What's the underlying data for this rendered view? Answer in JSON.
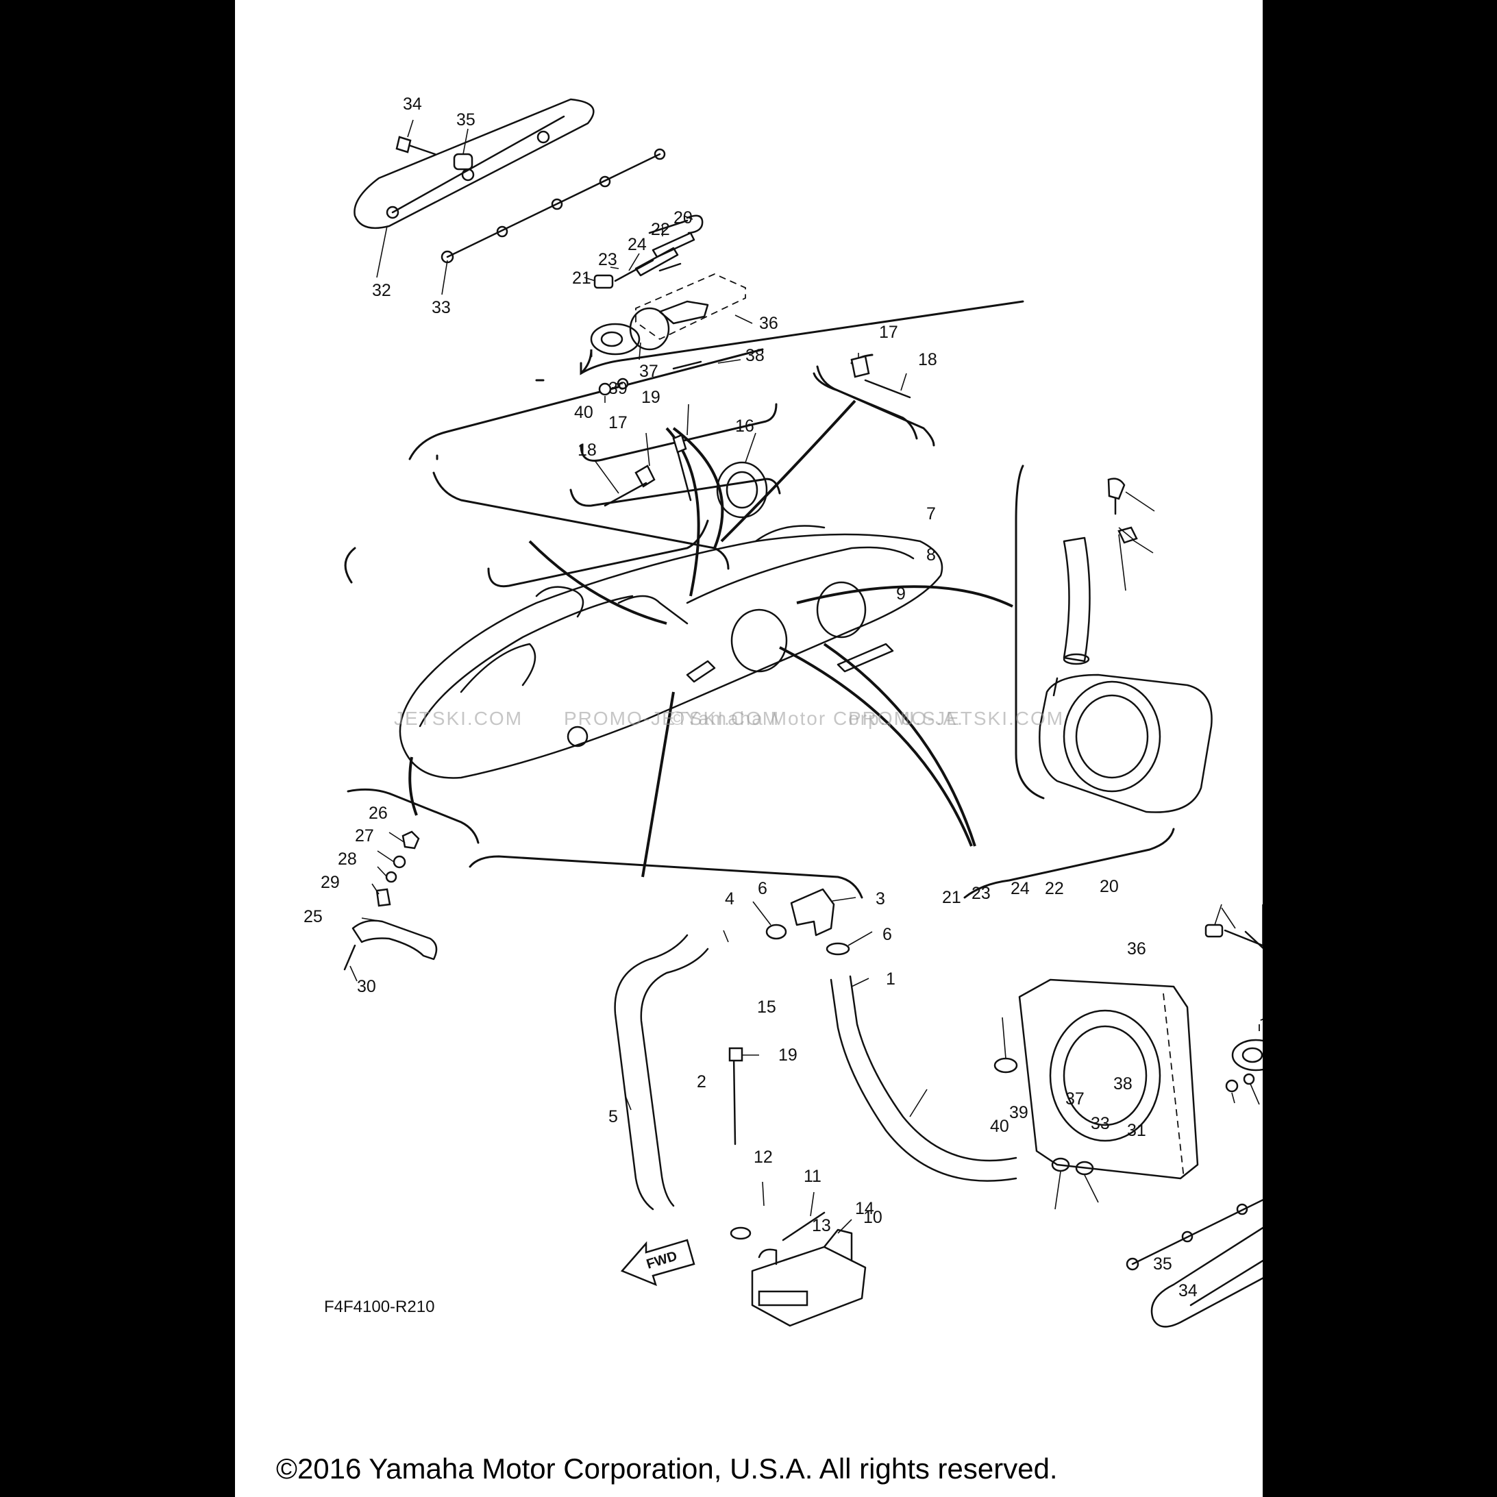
{
  "diagram": {
    "drawing_code": "F4F4100-R210",
    "fwd_label": "FWD",
    "watermark": [
      "JETSKI.COM",
      "PROMO-JETSKI.COM",
      "PROMO-JETSKI.COM",
      "©Yamaha Motor Corp., U.S.A."
    ],
    "copyright": "©2016 Yamaha Motor Corporation, U.S.A. All rights reserved.",
    "callouts": {
      "c1": "1",
      "c2": "2",
      "c3": "3",
      "c4": "4",
      "c5": "5",
      "c6a": "6",
      "c6b": "6",
      "c7": "7",
      "c8": "8",
      "c9": "9",
      "c10": "10",
      "c11": "11",
      "c12": "12",
      "c13": "13",
      "c14": "14",
      "c15": "15",
      "c16": "16",
      "c17a": "17",
      "c17b": "17",
      "c18a": "18",
      "c18b": "18",
      "c19a": "19",
      "c19b": "19",
      "c20a": "20",
      "c20b": "20",
      "c21a": "21",
      "c21b": "21",
      "c22a": "22",
      "c22b": "22",
      "c23a": "23",
      "c23b": "23",
      "c24a": "24",
      "c24b": "24",
      "c25": "25",
      "c26": "26",
      "c27": "27",
      "c28": "28",
      "c29": "29",
      "c30": "30",
      "c31": "31",
      "c32": "32",
      "c33a": "33",
      "c33b": "33",
      "c34a": "34",
      "c34b": "34",
      "c35a": "35",
      "c35b": "35",
      "c36a": "36",
      "c36b": "36",
      "c37a": "37",
      "c37b": "37",
      "c38a": "38",
      "c38b": "38",
      "c39a": "39",
      "c39b": "39",
      "c40a": "40",
      "c40b": "40"
    }
  }
}
